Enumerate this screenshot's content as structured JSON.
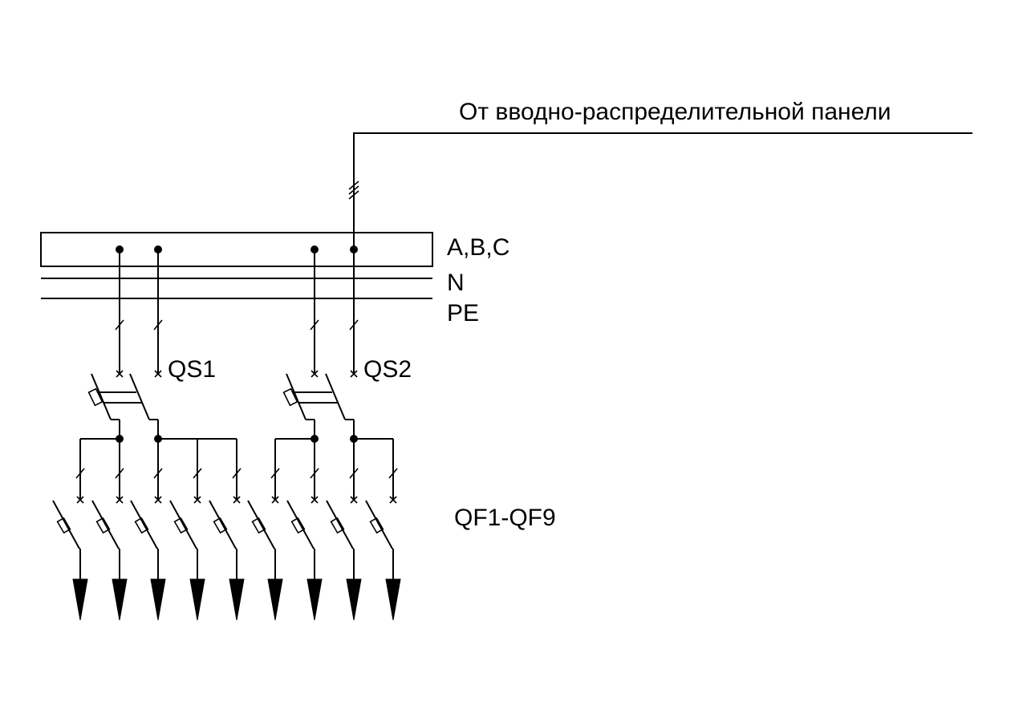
{
  "labels": {
    "source": "От вводно-распределительной панели",
    "phase_bus": "A,B,C",
    "neutral_bus": "N",
    "pe_bus": "PE",
    "switch_1": "QS1",
    "switch_2": "QS2",
    "breakers": "QF1-QF9"
  },
  "colors": {
    "line": "#000000",
    "background": "#ffffff"
  }
}
